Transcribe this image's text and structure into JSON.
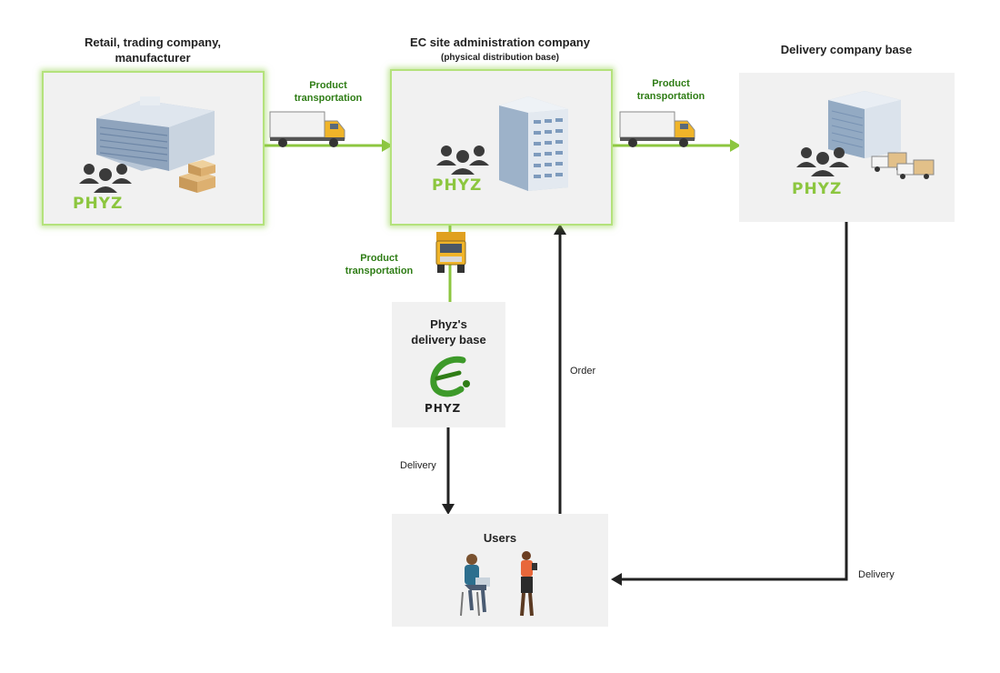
{
  "nodes": {
    "retailer": {
      "title_line1": "Retail, trading company,",
      "title_line2": "manufacturer",
      "brand": "PHYZ"
    },
    "ec_admin": {
      "title": "EC site administration company",
      "subtitle": "(physical distribution base)",
      "brand": "PHYZ"
    },
    "delivery_company": {
      "title": "Delivery company base",
      "brand": "PHYZ"
    },
    "phyz_base": {
      "title_line1": "Phyz's",
      "title_line2": "delivery base",
      "brand": "PHYZ"
    },
    "users": {
      "title": "Users"
    }
  },
  "edges": {
    "transport_1": {
      "line1": "Product",
      "line2": "transportation"
    },
    "transport_2": {
      "line1": "Product",
      "line2": "transportation"
    },
    "transport_3": {
      "line1": "Product",
      "line2": "transportation"
    },
    "order": "Order",
    "delivery_phyz": "Delivery",
    "delivery_company": "Delivery"
  },
  "colors": {
    "green_arrow": "#8cc63f",
    "green_label": "#2f7d16",
    "dark_arrow": "#222222",
    "box_bg": "#f1f1f1",
    "glow": "#b4e27c"
  }
}
